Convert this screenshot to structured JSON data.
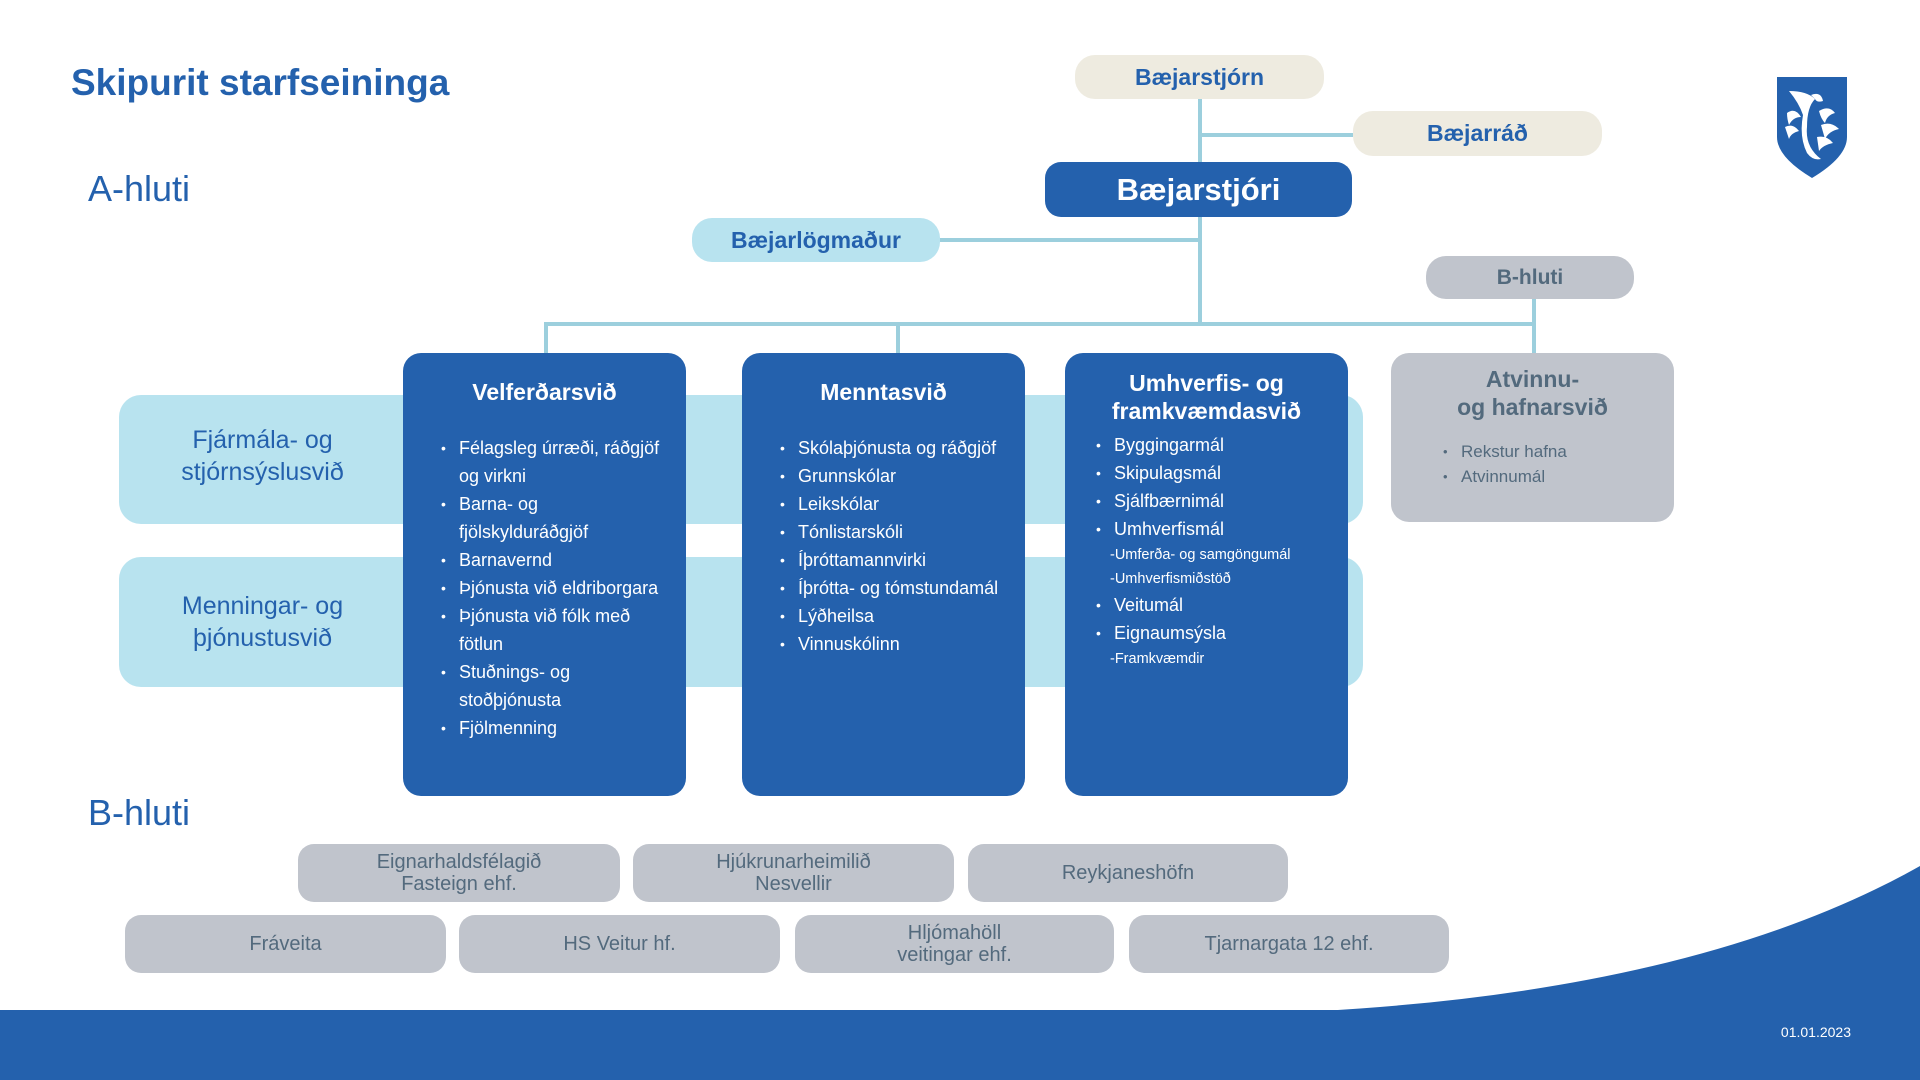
{
  "title": "Skipurit starfseininga",
  "sections": {
    "a": "A-hluti",
    "b": "B-hluti"
  },
  "governance": {
    "council": "Bæjarstjórn",
    "board": "Bæjarráð",
    "mayor": "Bæjarstjóri",
    "legal": "Bæjarlögmaður",
    "b_part": "B-hluti"
  },
  "support_units": [
    {
      "line1": "Fjármála- og",
      "line2": "stjórnsýslusvið"
    },
    {
      "line1": "Menningar- og",
      "line2": "þjónustusvið"
    }
  ],
  "divisions": [
    {
      "title": "Velferðarsvið",
      "items": [
        {
          "text": "Félagsleg úrræði, ráðgjöf og virkni"
        },
        {
          "text": "Barna- og fjölskylduráðgjöf"
        },
        {
          "text": "Barnavernd"
        },
        {
          "text": "Þjónusta við eldriborgara"
        },
        {
          "text": "Þjónusta við fólk með fötlun"
        },
        {
          "text": "Stuðnings- og stoðþjónusta"
        },
        {
          "text": "Fjölmenning"
        }
      ]
    },
    {
      "title": "Menntasvið",
      "items": [
        {
          "text": "Skólaþjónusta og ráðgjöf"
        },
        {
          "text": "Grunnskólar"
        },
        {
          "text": "Leikskólar"
        },
        {
          "text": "Tónlistarskóli"
        },
        {
          "text": "Íþróttamannvirki"
        },
        {
          "text": "Íþrótta- og tómstundamál"
        },
        {
          "text": "Lýðheilsa"
        },
        {
          "text": "Vinnuskólinn"
        }
      ]
    },
    {
      "title_line1": "Umhverfis- og",
      "title_line2": "framkvæmdasvið",
      "items": [
        {
          "text": "Byggingarmál"
        },
        {
          "text": "Skipulagsmál"
        },
        {
          "text": "Sjálfbærnimál"
        },
        {
          "text": "Umhverfismál",
          "subs": [
            "-Umferða- og samgöngumál",
            "-Umhverfismiðstöð"
          ]
        },
        {
          "text": "Veitumál"
        },
        {
          "text": "Eignaumsýsla",
          "subs": [
            "-Framkvæmdir"
          ]
        }
      ]
    },
    {
      "title_line1": "Atvinnu-",
      "title_line2": "og hafnarsvið",
      "items": [
        {
          "text": "Rekstur hafna"
        },
        {
          "text": "Atvinnumál"
        }
      ]
    }
  ],
  "b_entities": [
    {
      "line1": "Eignarhaldsfélagið",
      "line2": "Fasteign ehf."
    },
    {
      "line1": "Hjúkrunarheimilið",
      "line2": "Nesvellir"
    },
    {
      "line1": "Reykjaneshöfn",
      "line2": ""
    },
    {
      "line1": "Fráveita",
      "line2": ""
    },
    {
      "line1": "HS Veitur hf.",
      "line2": ""
    },
    {
      "line1": "Hljómahöll",
      "line2": "veitingar ehf."
    },
    {
      "line1": "Tjarnargata 12 ehf.",
      "line2": ""
    }
  ],
  "footer": {
    "date": "01.01.2023"
  },
  "logo": {
    "icon": "coat-of-arms-shield-icon"
  },
  "colors": {
    "primary": "#2461ad",
    "light_blue": "#b8e3ef",
    "cream": "#eeebe0",
    "gray": "#c0c4cc",
    "connector": "#9ccfdd"
  }
}
